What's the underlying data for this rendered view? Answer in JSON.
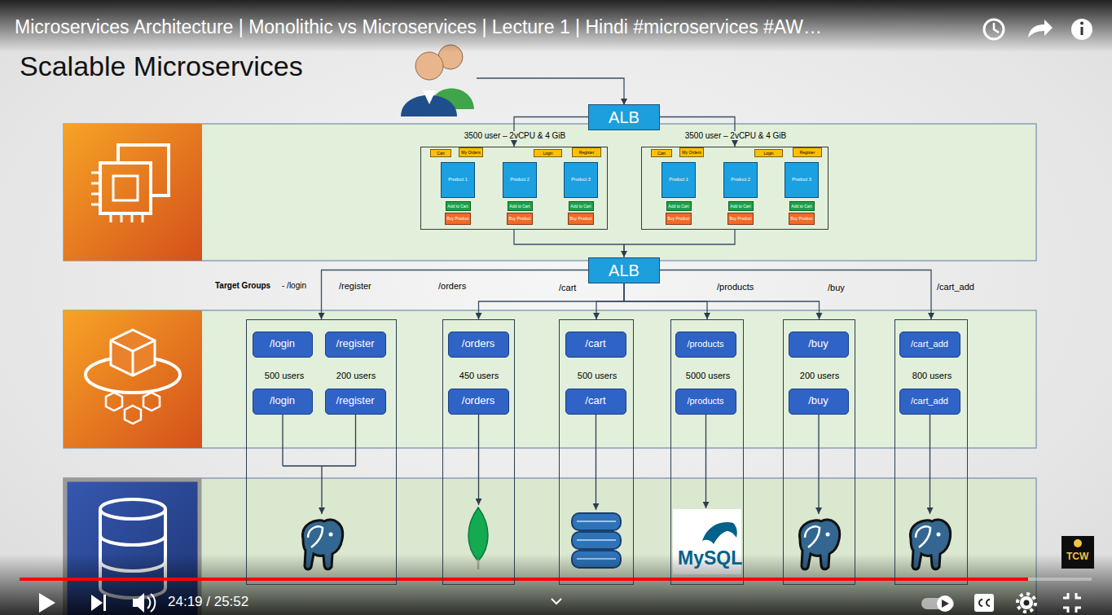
{
  "diagram": {
    "title": "Scalable Microservices",
    "nodes": [
      {
        "text": [
          "ALB"
        ]
      },
      {
        "text": [
          "3500 user – 2vCPU & 4 GiB"
        ]
      },
      {
        "text": [
          "Cart"
        ],
        "in": 1
      },
      {
        "text": [
          "My Orders"
        ],
        "in": 1
      },
      {
        "text": [
          "Login"
        ],
        "in": 1
      },
      {
        "text": [
          "Register"
        ],
        "in": 1
      },
      {
        "text": [
          "Product 1"
        ],
        "in": 1
      },
      {
        "text": [
          "Product 2"
        ],
        "in": 1
      },
      {
        "text": [
          "Product 3"
        ],
        "in": 1
      },
      {
        "text": [
          "Add to Cart"
        ],
        "in": 1
      },
      {
        "text": [
          "Add to Cart"
        ],
        "in": 1
      },
      {
        "text": [
          "Add to Cart"
        ],
        "in": 1
      },
      {
        "text": [
          "Buy Product"
        ],
        "in": 1
      },
      {
        "text": [
          "Buy Product"
        ],
        "in": 1
      },
      {
        "text": [
          "Buy Product"
        ],
        "in": 1
      },
      {
        "text": [
          "3500 user – 2vCPU & 4 GiB"
        ]
      },
      {
        "text": [
          "Cart"
        ],
        "in": 15
      },
      {
        "text": [
          "My Orders"
        ],
        "in": 15
      },
      {
        "text": [
          "Login"
        ],
        "in": 15
      },
      {
        "text": [
          "Register"
        ],
        "in": 15
      },
      {
        "text": [
          "Product 1"
        ],
        "in": 15
      },
      {
        "text": [
          "Product 2"
        ],
        "in": 15
      },
      {
        "text": [
          "Product 3"
        ],
        "in": 15
      },
      {
        "text": [
          "Add to Cart"
        ],
        "in": 15
      },
      {
        "text": [
          "Add to Cart"
        ],
        "in": 15
      },
      {
        "text": [
          "Add to Cart"
        ],
        "in": 15
      },
      {
        "text": [
          "Buy Product"
        ],
        "in": 15
      },
      {
        "text": [
          "Buy Product"
        ],
        "in": 15
      },
      {
        "text": [
          "Buy Product"
        ],
        "in": 15
      },
      {
        "text": [
          "ALB"
        ]
      },
      {
        "text": [
          "500 users",
          "200 users"
        ]
      },
      {
        "text": [
          "/login"
        ],
        "in": 30
      },
      {
        "text": [
          "/register"
        ],
        "in": 30
      },
      {
        "text": [
          "/login"
        ],
        "in": 30
      },
      {
        "text": [
          "/register"
        ],
        "in": 30
      },
      {
        "text": [
          "450 users"
        ]
      },
      {
        "text": [
          "/orders"
        ],
        "in": 35
      },
      {
        "text": [
          "/orders"
        ],
        "in": 35
      },
      {
        "text": [
          "500 users"
        ]
      },
      {
        "text": [
          "/cart"
        ],
        "in": 38
      },
      {
        "text": [
          "/cart"
        ],
        "in": 38
      },
      {
        "text": [
          "5000 users"
        ]
      },
      {
        "text": [
          "/products"
        ],
        "in": 41
      },
      {
        "text": [
          "/products"
        ],
        "in": 41
      },
      {
        "text": [
          "200 users"
        ]
      },
      {
        "text": [
          "/buy"
        ],
        "in": 44
      },
      {
        "text": [
          "/buy"
        ],
        "in": 44
      },
      {
        "text": [
          "800 users"
        ]
      },
      {
        "text": [
          "/cart_add"
        ],
        "in": 47
      },
      {
        "text": [
          "/cart_add"
        ],
        "in": 47
      }
    ],
    "edges": [
      {
        "from": 0,
        "to": 1,
        "arrow": "to"
      },
      {
        "from": 0,
        "to": 15,
        "arrow": "to"
      },
      {
        "from": 1,
        "to": 29,
        "arrow": "to"
      },
      {
        "from": 15,
        "to": 29,
        "arrow": "to"
      },
      {
        "from": 29,
        "to": 30,
        "arrow": "to"
      },
      {
        "from": 29,
        "to": 35,
        "arrow": "to"
      },
      {
        "from": 29,
        "to": 38,
        "arrow": "to"
      },
      {
        "from": 29,
        "to": 41,
        "arrow": "to"
      },
      {
        "from": 29,
        "to": 44,
        "arrow": "to"
      },
      {
        "from": 29,
        "to": 47,
        "arrow": "to"
      }
    ],
    "labels": [
      "Microservices Architecture | Monolithic vs Microservices | Lecture 1 | Hindi #microservices #AW…",
      "Target Groups",
      "- /login",
      "/register",
      "/orders",
      "/cart",
      "/products",
      "/buy",
      "/cart_add",
      "MySQL",
      "24:19 / 25:52",
      "TCW"
    ]
  }
}
